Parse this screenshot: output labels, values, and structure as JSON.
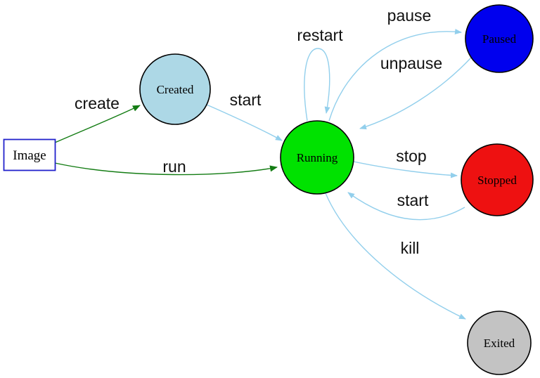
{
  "diagram": {
    "title": "container-lifecycle-state-diagram",
    "background": "#ffffff",
    "colors": {
      "state_edge": "#92cfec",
      "image_edge": "#137c13",
      "node_border": "#000000",
      "image_box_border": "#2222cc",
      "label_text": "#000000"
    },
    "nodes": {
      "image": {
        "label": "Image",
        "shape": "box",
        "fill": "#ffffff",
        "border": "#2222cc"
      },
      "created": {
        "label": "Created",
        "shape": "circle",
        "fill": "#add8e6",
        "border": "#000000"
      },
      "running": {
        "label": "Running",
        "shape": "circle",
        "fill": "#00e200",
        "border": "#000000"
      },
      "paused": {
        "label": "Paused",
        "shape": "circle",
        "fill": "#0000ee",
        "border": "#000000"
      },
      "stopped": {
        "label": "Stopped",
        "shape": "circle",
        "fill": "#ee1111",
        "border": "#000000"
      },
      "exited": {
        "label": "Exited",
        "shape": "circle",
        "fill": "#c3c3c3",
        "border": "#000000"
      }
    },
    "edges": {
      "create": {
        "label": "create",
        "from": "image",
        "to": "created",
        "color": "#137c13"
      },
      "run": {
        "label": "run",
        "from": "image",
        "to": "running",
        "color": "#137c13"
      },
      "start_from_created": {
        "label": "start",
        "from": "created",
        "to": "running",
        "color": "#92cfec"
      },
      "restart": {
        "label": "restart",
        "from": "running",
        "to": "running",
        "color": "#92cfec"
      },
      "pause": {
        "label": "pause",
        "from": "running",
        "to": "paused",
        "color": "#92cfec"
      },
      "unpause": {
        "label": "unpause",
        "from": "paused",
        "to": "running",
        "color": "#92cfec"
      },
      "stop": {
        "label": "stop",
        "from": "running",
        "to": "stopped",
        "color": "#92cfec"
      },
      "start_from_stopped": {
        "label": "start",
        "from": "stopped",
        "to": "running",
        "color": "#92cfec"
      },
      "kill": {
        "label": "kill",
        "from": "running",
        "to": "exited",
        "color": "#92cfec"
      }
    }
  }
}
